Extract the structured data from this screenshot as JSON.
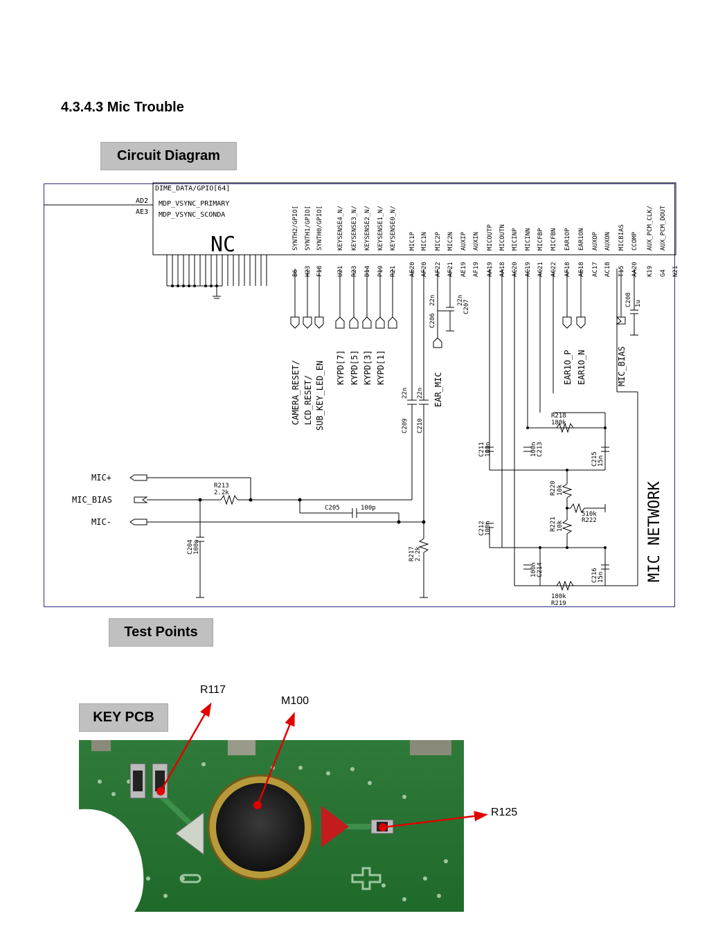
{
  "section_title": "4.3.4.3 Mic Trouble",
  "labels": {
    "circuit_diagram": "Circuit Diagram",
    "test_points": "Test Points",
    "key_pcb": "KEY PCB"
  },
  "callouts": {
    "r117": "R117",
    "m100": "M100",
    "r125": "R125"
  },
  "schematic": {
    "ic_pins_left": [
      "AD2",
      "AE3"
    ],
    "ic_signals": [
      "MDP_VSYNC_PRIMARY",
      "MDP_VSYNC_SCONDA"
    ],
    "ic_top_signal": "DIME_DATA/GPIO[64]",
    "nc_label": "NC",
    "top_columns": [
      {
        "sig": "SYNTH2/GPIO[",
        "pin": "B6"
      },
      {
        "sig": "SYNTH1/GPIO[",
        "pin": "H23"
      },
      {
        "sig": "SYNTH0/GPIO[",
        "pin": "F18"
      },
      {
        "sig": "KEYSENSE4_N/",
        "pin": "U21"
      },
      {
        "sig": "KEYSENSE3_N/",
        "pin": "R23"
      },
      {
        "sig": "KEYSENSE2_N/",
        "pin": "D14"
      },
      {
        "sig": "KEYSENSE1_N/",
        "pin": "P19"
      },
      {
        "sig": "KEYSENSE0_N/",
        "pin": "R21"
      },
      {
        "sig": "MIC1P",
        "pin": "AE20"
      },
      {
        "sig": "MIC1N",
        "pin": "AF20"
      },
      {
        "sig": "MIC2P",
        "pin": "AF22"
      },
      {
        "sig": "MIC2N",
        "pin": "AF21"
      },
      {
        "sig": "AUXIP",
        "pin": "AE19"
      },
      {
        "sig": "AUXIN",
        "pin": "AF19"
      },
      {
        "sig": "MICOUTP",
        "pin": "AA19"
      },
      {
        "sig": "MICOUTN",
        "pin": "AA18"
      },
      {
        "sig": "MICINP",
        "pin": "AC20"
      },
      {
        "sig": "MICINN",
        "pin": "AC19"
      },
      {
        "sig": "MICFBP",
        "pin": "AC21"
      },
      {
        "sig": "MICFBN",
        "pin": "AC22"
      },
      {
        "sig": "EAR1OP",
        "pin": "AF18"
      },
      {
        "sig": "EAR1ON",
        "pin": "AE18"
      },
      {
        "sig": "AUXOP",
        "pin": "AC17"
      },
      {
        "sig": "AUXON",
        "pin": "AC18"
      },
      {
        "sig": "MICBIAS",
        "pin": "T15"
      },
      {
        "sig": "CCOMP",
        "pin": "AA20"
      },
      {
        "sig": "AUX_PCM_CLK/",
        "pin": "K19"
      },
      {
        "sig": "AUX_PCM_DOUT",
        "pin": "G4"
      },
      {
        "sig": "",
        "pin": "N21"
      }
    ],
    "net_labels": [
      "CAMERA_RESET/",
      "LCD_RESET/",
      "SUB_KEY_LED_EN",
      "KYPD[7]",
      "KYPD[5]",
      "KYPD[3]",
      "KYPD[1]",
      "EAR_MIC",
      "EAR1O_P",
      "EAR1O_N",
      "MIC_BIAS"
    ],
    "mic_ports": [
      "MIC+",
      "MIC_BIAS",
      "MIC-"
    ],
    "components": {
      "r213": [
        "R213",
        "2.2k"
      ],
      "c205": [
        "C205",
        "100p"
      ],
      "c204": [
        "C204",
        "100n"
      ],
      "r217": [
        "R217",
        "2.2k"
      ],
      "c209": [
        "C209",
        "22n"
      ],
      "c210": [
        "C210",
        "22n"
      ],
      "c206": [
        "C206",
        "22n"
      ],
      "c207": [
        "C207",
        "22n"
      ],
      "c208": [
        "C208",
        "1u"
      ],
      "c211": [
        "C211",
        "100n"
      ],
      "c213": [
        "C213",
        "100n"
      ],
      "r218": [
        "R218",
        "180k"
      ],
      "c215": [
        "C215",
        "15n"
      ],
      "r220": [
        "R220",
        "10k"
      ],
      "r222": [
        "R222",
        "510k"
      ],
      "c212": [
        "C212",
        "100n"
      ],
      "r221": [
        "R221",
        "10k"
      ],
      "c214": [
        "C214",
        "100n"
      ],
      "c216": [
        "C216",
        "15n"
      ],
      "r219": [
        "R219",
        "180k"
      ]
    },
    "network_label": "MIC NETWORK"
  }
}
